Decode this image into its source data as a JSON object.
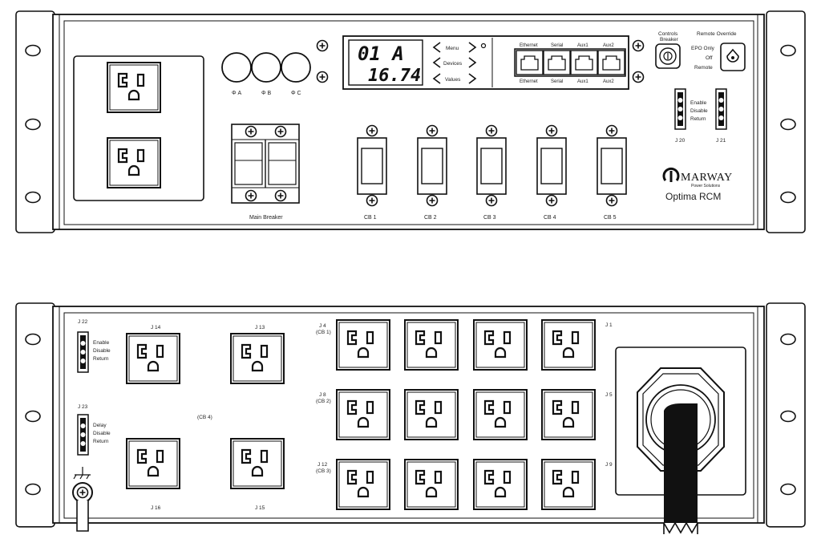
{
  "front": {
    "phases": [
      "Φ A",
      "Φ B",
      "Φ C"
    ],
    "display_line1": "01 A",
    "display_line2": "16.74",
    "nav": [
      "Menu",
      "Devices",
      "Values"
    ],
    "ports_top": [
      "Ethernet",
      "Serial",
      "Aux1",
      "Aux2"
    ],
    "ports_bottom": [
      "Ethernet",
      "Serial",
      "Aux1",
      "Aux2"
    ],
    "controls_breaker": [
      "Controls",
      "Breaker"
    ],
    "remote_override": "Remote Override",
    "override_options": [
      "EPO Only",
      "Off",
      "Remote"
    ],
    "j20_labels": [
      "Enable",
      "Disable",
      "Return"
    ],
    "j20": "J 20",
    "j21": "J 21",
    "main_breaker": "Main Breaker",
    "breakers": [
      "CB 1",
      "CB 2",
      "CB 3",
      "CB 4",
      "CB 5"
    ],
    "brand": "MARWAY",
    "brand_sub": "Power Solutions",
    "model": "Optima RCM"
  },
  "rear": {
    "j22": "J 22",
    "j22_labels": [
      "Enable",
      "Disable",
      "Return"
    ],
    "j23": "J 23",
    "j23_labels": [
      "Delay",
      "Disable",
      "Return"
    ],
    "j14": "J 14",
    "j13": "J 13",
    "j16": "J 16",
    "j15": "J 15",
    "cb4": "(CB 4)",
    "j4": "J 4",
    "j4_cb": "(CB 1)",
    "j8": "J 8",
    "j8_cb": "(CB 2)",
    "j12": "J 12",
    "j12_cb": "(CB 3)",
    "j1": "J 1",
    "j5": "J 5",
    "j9": "J 9"
  }
}
